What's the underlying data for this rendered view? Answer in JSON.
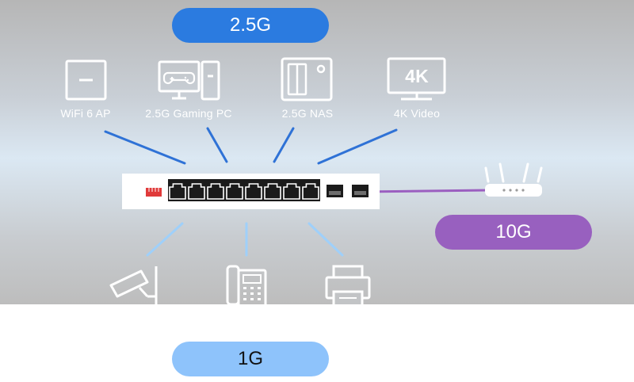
{
  "labels": {
    "speed_top": "2.5G",
    "speed_uplink": "10G",
    "speed_bottom": "1G"
  },
  "devices_top": [
    {
      "name": "WiFi 6 AP",
      "icon": "wifi-ap-icon"
    },
    {
      "name": "2.5G Gaming PC",
      "icon": "gaming-pc-icon"
    },
    {
      "name": "2.5G NAS",
      "icon": "nas-icon"
    },
    {
      "name": "4K Video",
      "icon": "tv-icon",
      "badge": "4K"
    }
  ],
  "devices_bottom": [
    {
      "icon": "security-camera-icon"
    },
    {
      "icon": "ip-phone-icon"
    },
    {
      "icon": "printer-icon"
    }
  ],
  "uplink_device": {
    "icon": "router-icon"
  },
  "colors": {
    "tier_2_5g": "#2b7be0",
    "tier_10g": "#9860bf",
    "tier_1g": "#8ec3fb",
    "link_2_5g": "#2f72d6",
    "link_10g": "#9b5fc0",
    "link_1g": "#9fd0fa",
    "switch_body": "#ffffff",
    "indicator_red": "#e03a3a"
  },
  "switch": {
    "rj45_ports": 8,
    "sfp_ports": 2
  }
}
